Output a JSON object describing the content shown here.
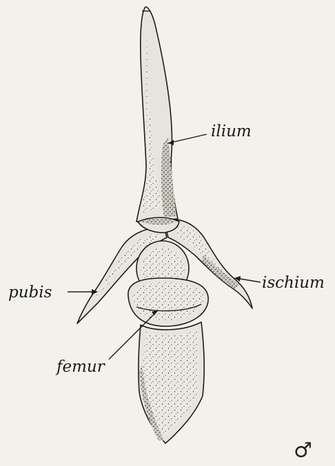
{
  "labels": {
    "ilium": "ilium",
    "pubis": "pubis",
    "ischium": "ischium",
    "femur": "femur"
  },
  "sex_symbol": "♂",
  "colors": {
    "paper": "#f3f1ec",
    "ink": "#1b1b1b",
    "bone": "#e7e4de"
  }
}
